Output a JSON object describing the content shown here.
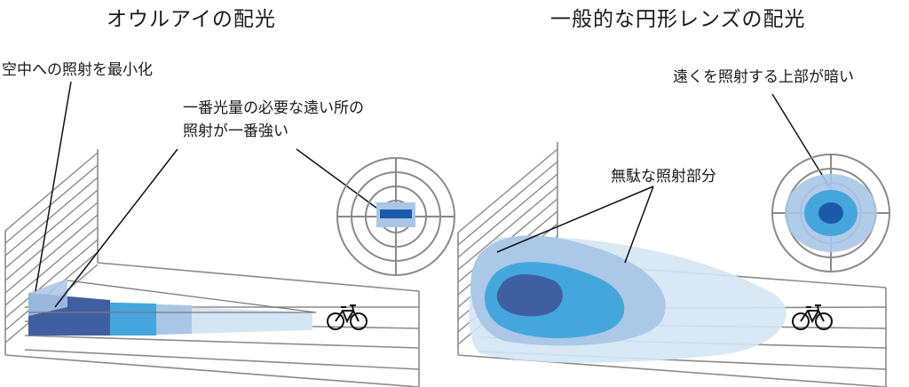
{
  "left_panel": {
    "title": "オウルアイの配光",
    "label_air": "空中への照射を最小化",
    "label_far_line1": "一番光量の必要な遠い所の",
    "label_far_line2": "照射が一番強い"
  },
  "right_panel": {
    "title": "一般的な円形レンズの配光",
    "label_top": "遠くを照射する上部が暗い",
    "label_waste": "無駄な照射部分"
  },
  "colors": {
    "dark_blue": "#3f5fa0",
    "mid_blue": "#44a6dc",
    "light_blue": "#a9c6e6",
    "pale_blue": "#d4e6f3",
    "core_blue": "#1c76c8",
    "line_gray": "#8a8a8a"
  },
  "icons": [
    "bicycle-icon",
    "target-icon"
  ]
}
